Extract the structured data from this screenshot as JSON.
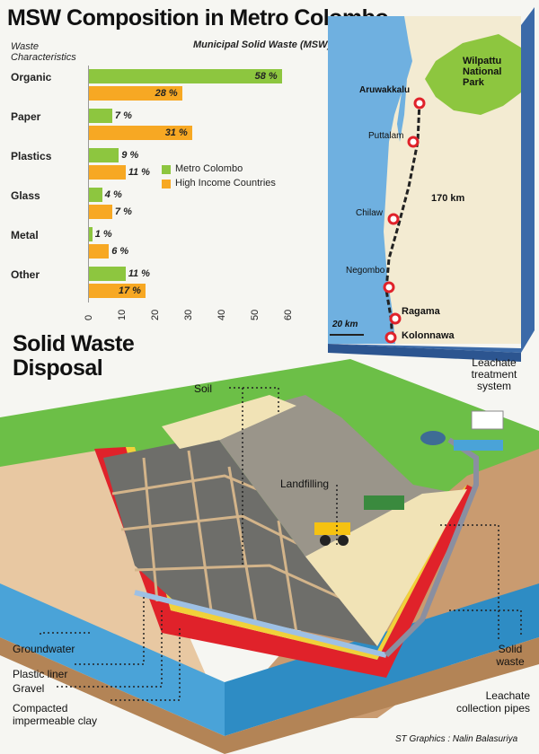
{
  "title": "MSW Composition in Metro Colombo",
  "chart_subtitle": "Municipal Solid Waste (MSW)",
  "axis_label": "Waste Characteristics",
  "chart_data": {
    "type": "bar",
    "orientation": "horizontal",
    "title": "MSW Composition in Metro Colombo",
    "categories": [
      "Organic",
      "Paper",
      "Plastics",
      "Glass",
      "Metal",
      "Other"
    ],
    "series": [
      {
        "name": "Metro Colombo",
        "color": "#8dc63f",
        "values": [
          58,
          7,
          9,
          4,
          1,
          11
        ],
        "labels": [
          "58 %",
          "7 %",
          "9 %",
          "4 %",
          "1 %",
          "11 %"
        ]
      },
      {
        "name": "High Income Countries",
        "color": "#f7a823",
        "values": [
          28,
          31,
          11,
          7,
          6,
          17
        ],
        "labels": [
          "28 %",
          "31 %",
          "11 %",
          "7 %",
          "6 %",
          "17 %"
        ]
      }
    ],
    "xticks": [
      "0",
      "10",
      "20",
      "30",
      "40",
      "50",
      "60"
    ],
    "xlim": [
      0,
      60
    ],
    "legend_position": "center-right"
  },
  "map": {
    "park": "Wilpattu National Park",
    "places": [
      "Aruwakkalu",
      "Puttalam",
      "Chilaw",
      "Negombo",
      "Ragama",
      "Kolonnawa"
    ],
    "distance": "170 km",
    "scale": "20 km"
  },
  "section_title": "Solid Waste Disposal",
  "labels": {
    "soil": "Soil",
    "leachate_treatment": "Leachate treatment system",
    "landfilling": "Landfilling",
    "groundwater": "Groundwater",
    "plastic_liner": "Plastic liner",
    "gravel": "Gravel",
    "clay": "Compacted impermeable clay",
    "solid_waste": "Solid waste",
    "collection_pipes": "Leachate collection pipes"
  },
  "credit": "ST Graphics : Nalin Balasuriya",
  "colors": {
    "green": "#8dc63f",
    "orange": "#f7a823",
    "sea": "#4aa3d8",
    "grass": "#6cbf47",
    "earth": "#e8c8a2"
  }
}
